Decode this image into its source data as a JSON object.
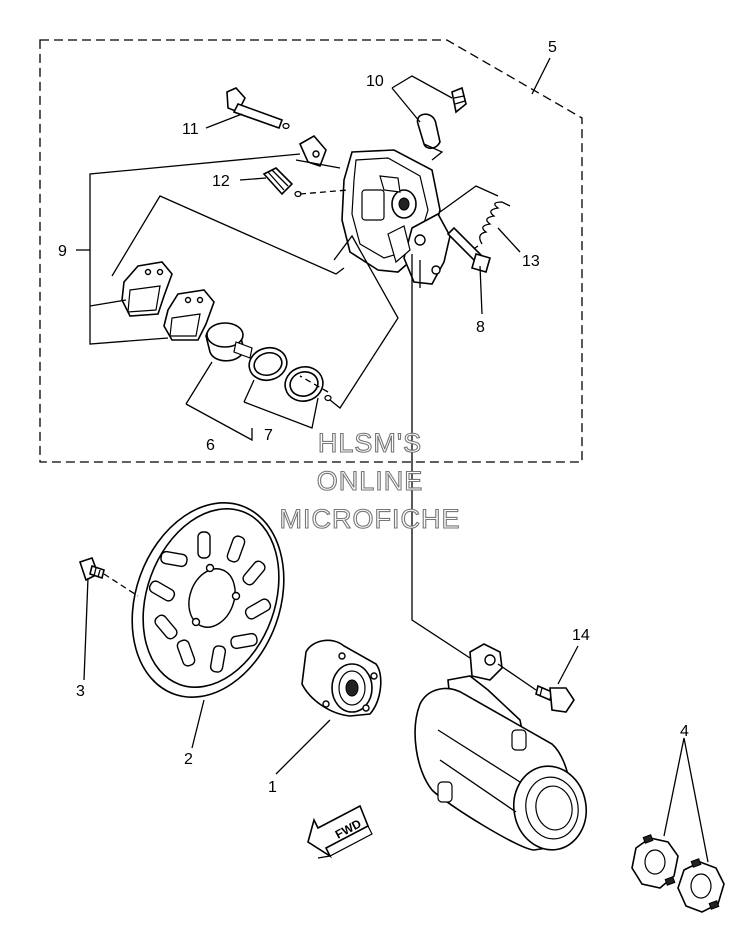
{
  "watermark": {
    "line1": "HLSM'S",
    "line2": "ONLINE",
    "line3": "MICROFICHE"
  },
  "direction_arrow": {
    "label": "FWD"
  },
  "callouts": [
    {
      "id": "callout-1",
      "number": "1"
    },
    {
      "id": "callout-2",
      "number": "2"
    },
    {
      "id": "callout-3",
      "number": "3"
    },
    {
      "id": "callout-4",
      "number": "4"
    },
    {
      "id": "callout-5",
      "number": "5"
    },
    {
      "id": "callout-6",
      "number": "6"
    },
    {
      "id": "callout-7",
      "number": "7"
    },
    {
      "id": "callout-8",
      "number": "8"
    },
    {
      "id": "callout-9",
      "number": "9"
    },
    {
      "id": "callout-10",
      "number": "10"
    },
    {
      "id": "callout-11",
      "number": "11"
    },
    {
      "id": "callout-12",
      "number": "12"
    },
    {
      "id": "callout-13",
      "number": "13"
    },
    {
      "id": "callout-14",
      "number": "14"
    }
  ],
  "colors": {
    "line": "#000000",
    "background": "#ffffff",
    "watermark_outline": "#777777"
  }
}
